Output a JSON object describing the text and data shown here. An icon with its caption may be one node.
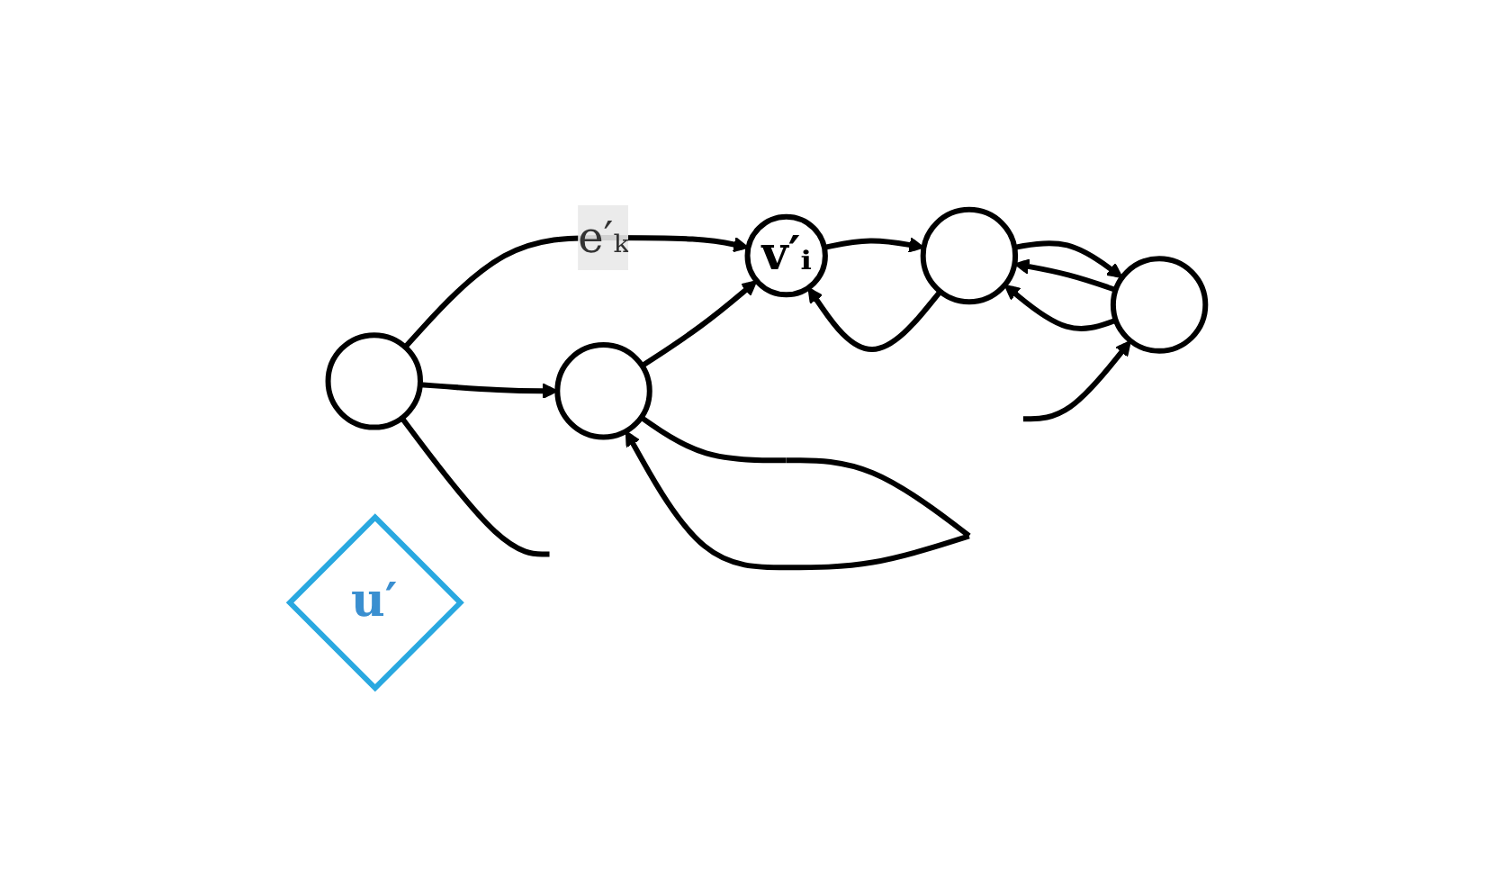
{
  "diagram": {
    "nodes": [
      {
        "text": [
          "v′ᵢ"
        ]
      },
      {
        "text": [],
        "shape": "circle"
      },
      {
        "text": [],
        "shape": "circle"
      },
      {
        "text": [],
        "shape": "circle"
      },
      {
        "text": [],
        "shape": "circle"
      },
      {
        "text": [
          "u′"
        ]
      }
    ],
    "edges": [
      {
        "from": 1,
        "to": 0,
        "arrow": "to",
        "label": "e′ₖ"
      },
      {
        "from": 4,
        "to": 0,
        "arrow": "to"
      },
      {
        "from": 0,
        "to": 2,
        "arrow": "to"
      },
      {
        "from": 2,
        "to": 0,
        "arrow": "to"
      },
      {
        "from": 2,
        "to": 3,
        "arrow": "to"
      },
      {
        "from": 3,
        "to": 2,
        "arrow": "to"
      },
      {
        "from": 3,
        "to": 2,
        "arrow": "to"
      },
      {
        "from": 1,
        "to": 4,
        "arrow": "to"
      },
      {
        "from": 4,
        "to": 4,
        "arrow": "to"
      },
      {
        "from": null,
        "to": 3,
        "arrow": "to"
      },
      {
        "from": 1,
        "to": null,
        "arrow": "none"
      }
    ]
  }
}
